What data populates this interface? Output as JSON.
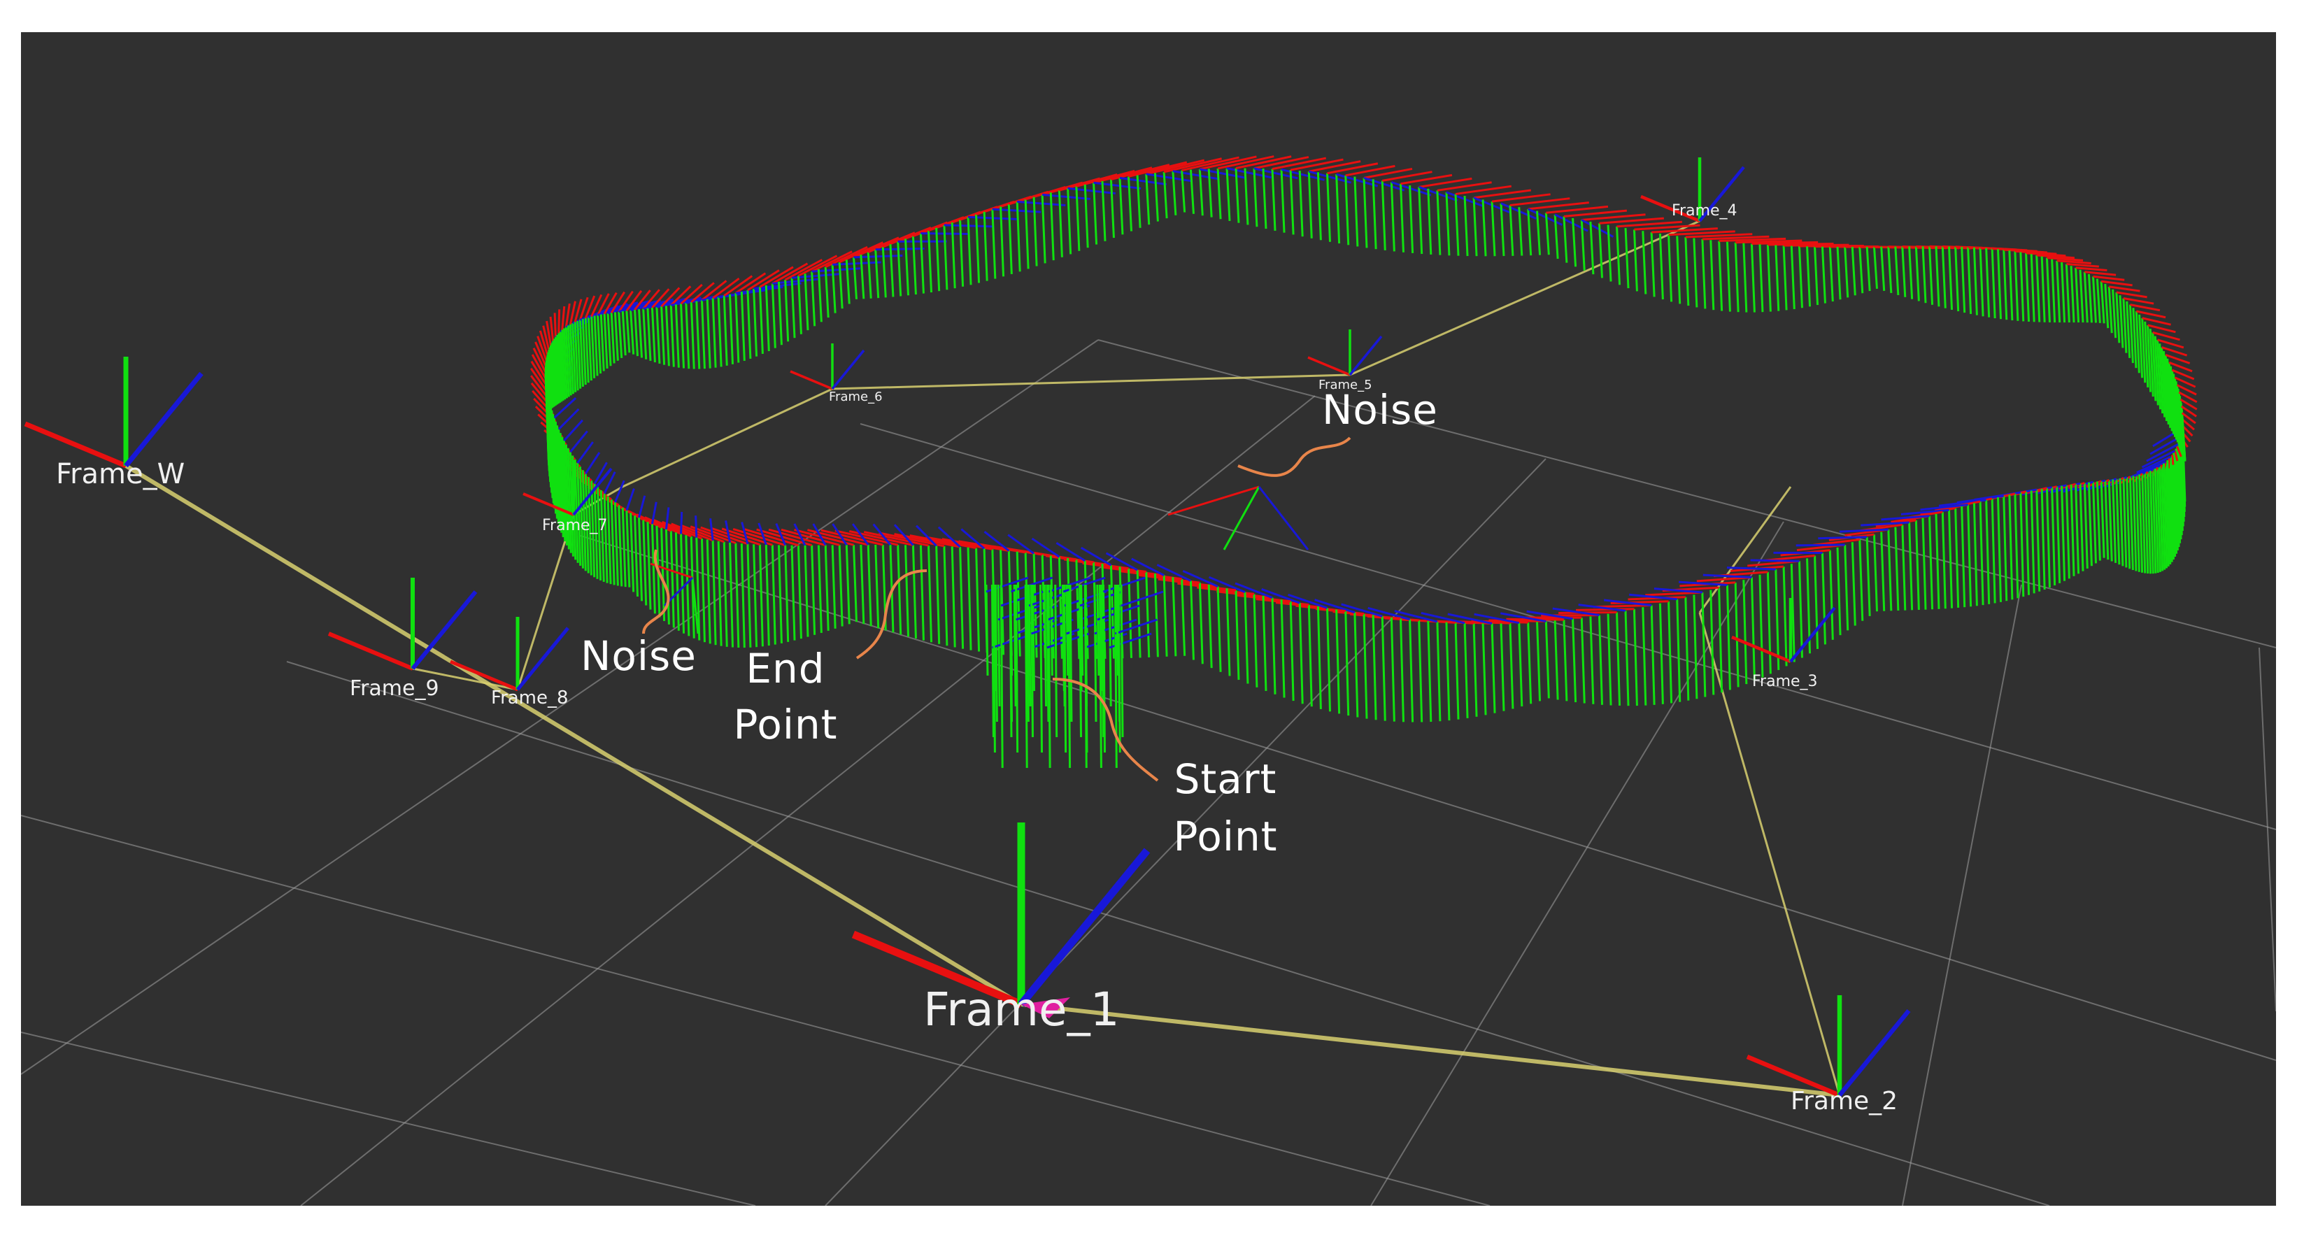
{
  "scene": {
    "background_color": "#303030",
    "grid_color": "#a0a0a0",
    "axis_colors": {
      "x": "#e81010",
      "y": "#10e010",
      "z": "#1818d8"
    },
    "trajectory_color": "#d8d070",
    "annotation_color": "#e8854a",
    "highlight_color": "#e020a0"
  },
  "frames": [
    {
      "id": "frame_world",
      "label": "Frame_W"
    },
    {
      "id": "frame_1",
      "label": "Frame_1"
    },
    {
      "id": "frame_2",
      "label": "Frame_2"
    },
    {
      "id": "frame_3",
      "label": "Frame_3"
    },
    {
      "id": "frame_4",
      "label": "Frame_4"
    },
    {
      "id": "frame_5",
      "label": "Frame_5"
    },
    {
      "id": "frame_6",
      "label": "Frame_6"
    },
    {
      "id": "frame_7",
      "label": "Frame_7"
    },
    {
      "id": "frame_8",
      "label": "Frame_8"
    },
    {
      "id": "frame_9",
      "label": "Frame_9"
    }
  ],
  "annotations": {
    "noise_top": "Noise",
    "noise_left": "Noise",
    "end_point": [
      "End",
      "Point"
    ],
    "start_point": [
      "Start",
      "Point"
    ]
  }
}
